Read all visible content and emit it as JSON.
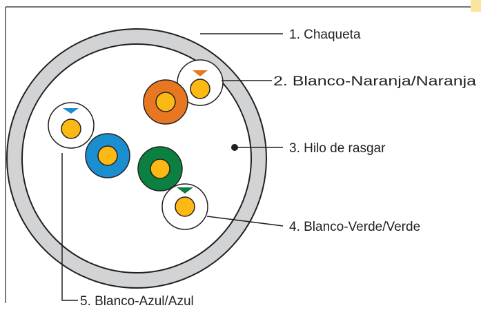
{
  "labels": {
    "jacket": "1.  Chaqueta",
    "pair_orange": "2. Blanco-Naranja/Naranja",
    "ripcord": "3.  Hilo de rasgar",
    "pair_green": "4.  Blanco-Verde/Verde",
    "pair_blue": "5. Blanco-Azul/Azul"
  },
  "colors": {
    "jacket": "#d1d3d4",
    "outline": "#231f20",
    "copper": "#fdb913",
    "orange": "#e87722",
    "green": "#0c8040",
    "blue": "#1b8ed0",
    "corner_accent": "#fbe3a0"
  }
}
